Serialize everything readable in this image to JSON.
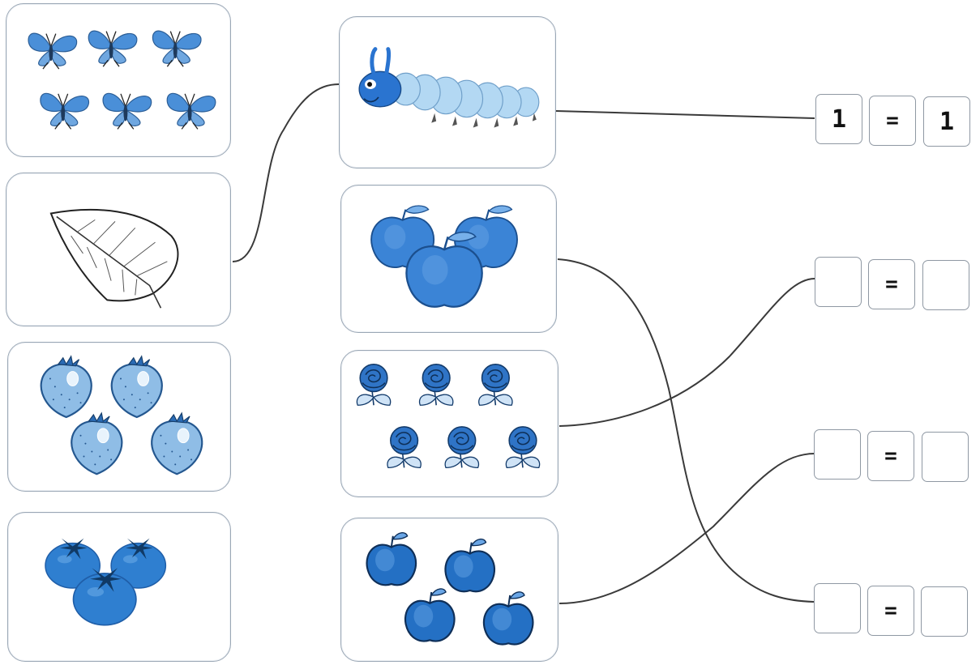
{
  "columns": {
    "left": [
      {
        "item": "butterflies",
        "count": 6
      },
      {
        "item": "leaf",
        "count": 1
      },
      {
        "item": "strawberries",
        "count": 4
      },
      {
        "item": "tomatoes",
        "count": 3
      }
    ],
    "middle": [
      {
        "item": "caterpillar",
        "count": 1
      },
      {
        "item": "large-apples",
        "count": 3
      },
      {
        "item": "roses",
        "count": 6
      },
      {
        "item": "small-apples",
        "count": 4
      }
    ]
  },
  "answers": [
    {
      "left": "1",
      "sign": "=",
      "right": "1"
    },
    {
      "left": "",
      "sign": "=",
      "right": ""
    },
    {
      "left": "",
      "sign": "=",
      "right": ""
    },
    {
      "left": "",
      "sign": "=",
      "right": ""
    }
  ],
  "connections": [
    {
      "from": "leaf",
      "to": "caterpillar"
    },
    {
      "from": "caterpillar",
      "to": "answer-row-1"
    },
    {
      "from": "roses",
      "to": "answer-row-2"
    },
    {
      "from": "small-apples",
      "to": "answer-row-3"
    },
    {
      "from": "large-apples",
      "to": "answer-row-4"
    }
  ],
  "colors": {
    "blue": "#3f86d3",
    "dark_blue": "#1f5ea8",
    "light_blue": "#a9d1f0",
    "line": "#3a3a3a",
    "border": "#9aa7b5"
  }
}
